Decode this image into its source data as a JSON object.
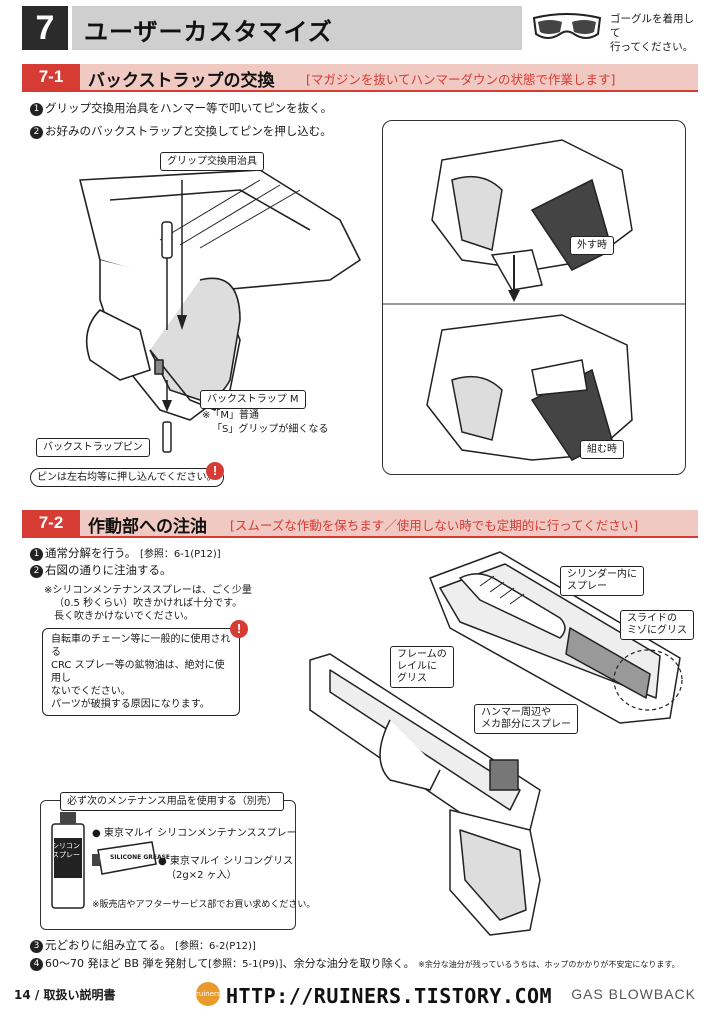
{
  "header": {
    "chapter_number": "7",
    "chapter_title": "ユーザーカスタマイズ",
    "goggle_note_line1": "ゴーグルを着用して",
    "goggle_note_line2": "行ってください。"
  },
  "section1": {
    "number": "7-1",
    "title": "バックストラップの交換",
    "note": "[マガジンを抜いてハンマーダウンの状態で作業します]",
    "step1": "グリップ交換用治具をハンマー等で叩いてピンを抜く。",
    "step2": "お好みのバックストラップと交換してピンを押し込む。",
    "label_tool": "グリップ交換用治具",
    "label_backstrap": "バックストラップ M",
    "label_note_m": "※「M」普通",
    "label_note_s": "「S」グリップが細くなる",
    "label_pin": "バックストラップピン",
    "warning": "ピンは左右均等に押し込んでください。",
    "label_remove": "外す時",
    "label_assemble": "組む時"
  },
  "section2": {
    "number": "7-2",
    "title": "作動部への注油",
    "note": "[スムーズな作動を保ちます／使用しない時でも定期的に行ってください]",
    "step1": "通常分解を行う。",
    "step1_ref": "[参照：6-1(P12)]",
    "step2": "右図の通りに注油する。",
    "spray_note1": "※シリコンメンテナンススプレーは、ごく少量",
    "spray_note2": "（0.5 秒くらい）吹きかければ十分です。",
    "spray_note3": "長く吹きかけないでください。",
    "warning_line1": "自転車のチェーン等に一般的に使用される",
    "warning_line2": "CRC スプレー等の鉱物油は、絶対に使用し",
    "warning_line3": "ないでください。",
    "warning_line4": "パーツが破損する原因になります。",
    "label_cylinder1": "シリンダー内に",
    "label_cylinder2": "スプレー",
    "label_slide1": "スライドの",
    "label_slide2": "ミゾにグリス",
    "label_frame1": "フレームの",
    "label_frame2": "レイルに",
    "label_frame3": "グリス",
    "label_hammer1": "ハンマー周辺や",
    "label_hammer2": "メカ部分にスプレー",
    "supplies_title": "必ず次のメンテナンス用品を使用する（別売）",
    "supply1": "● 東京マルイ シリコンメンテナンススプレー",
    "supply2": "● 東京マルイ シリコングリス",
    "supply2_qty": "（2g×2 ヶ入）",
    "supplies_note": "※販売店やアフターサービス部でお買い求めください。",
    "can_text1": "シリコン",
    "can_text2": "スプレー",
    "tube_text": "SILICONE GREASE",
    "step3": "元どおりに組み立てる。",
    "step3_ref": "[参照：6-2(P12)]",
    "step4": "60〜70 発ほど BB 弾を発射して",
    "step4_ref": "[参照：5-1(P9)]",
    "step4_tail": "、余分な油分を取り除く。",
    "step4_note": "※余分な油分が残っているうちは、ホップのかかりが不安定になります。"
  },
  "footer": {
    "page": "14 / 取扱い説明書",
    "url": "HTTP://RUINERS.TISTORY.COM",
    "brand": "GAS BLOWBACK",
    "logo_text": "ruiners"
  },
  "colors": {
    "accent": "#d63b34",
    "band": "#f0c9c3",
    "chapter_bar": "#cfcfcf"
  }
}
